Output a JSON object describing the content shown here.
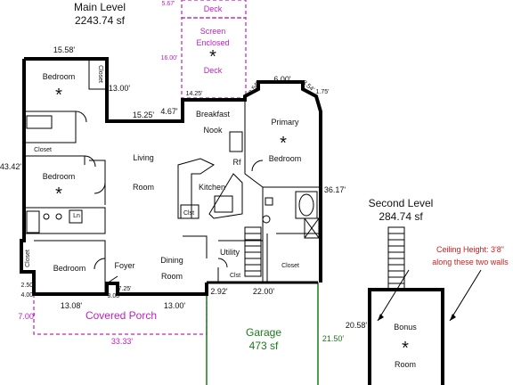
{
  "main_level": {
    "title": "Main Level",
    "area": "2243.74 sf"
  },
  "second_level": {
    "title": "Second Level",
    "area": "284.74 sf"
  },
  "garage": {
    "title": "Garage",
    "area": "473 sf"
  },
  "rooms": {
    "bedroom_1": "Bedroom",
    "bedroom_2": "Bedroom",
    "bedroom_3": "Bedroom",
    "closet_1": "Closet",
    "closet_2": "Closet",
    "closet_3": "Closet",
    "closet_4": "Closet",
    "living_line1": "Living",
    "living_line2": "Room",
    "breakfast_line1": "Breakfast",
    "breakfast_line2": "Nook",
    "kitchen": "Kitchen",
    "rf": "Rf",
    "cist_1": "Clst",
    "cist_2": "Clst",
    "primary_line1": "Primary",
    "primary_line2": "Bedroom",
    "dining_line1": "Dining",
    "dining_line2": "Room",
    "foyer": "Foyer",
    "utility": "Utility",
    "ln": "Ln",
    "deck_top": "Deck",
    "screen_line1": "Screen",
    "screen_line2": "Enclosed",
    "screen_line3": "Deck",
    "covered_porch": "Covered Porch",
    "bonus_line1": "Bonus",
    "bonus_line2": "Room"
  },
  "dimensions": {
    "d_5_67": "5.67'",
    "d_15_58": "15.58'",
    "d_13_00_a": "13.00'",
    "d_15_25": "15.25'",
    "d_4_67": "4.67'",
    "d_14_25": "14.25'",
    "d_16_00": "16.00'",
    "d_3_54_a": "3.54'",
    "d_6_00": "6.00'",
    "d_3_54_b": "3.54'",
    "d_1_75": "1.75'",
    "d_43_42": "43.42'",
    "d_36_17": "36.17'",
    "d_2_50": "2.50'",
    "d_4_00": "4.00'",
    "d_7_25": "7.25'",
    "d_3_08": "3.08'",
    "d_13_08": "13.08'",
    "d_13_00_b": "13.00'",
    "d_2_92": "2.92'",
    "d_22_00": "22.00'",
    "d_7_00": "7.00'",
    "d_33_33": "33.33'",
    "d_21_50": "21.50'",
    "d_20_58": "20.58'"
  },
  "annotations": {
    "ceiling_line1": "Ceiling Height: 3'8\"",
    "ceiling_line2": "along these two walls"
  },
  "colors": {
    "walls": "#000000",
    "deck_porch": "#c020c0",
    "garage": "#1a7a1a",
    "note": "#cc2020"
  }
}
